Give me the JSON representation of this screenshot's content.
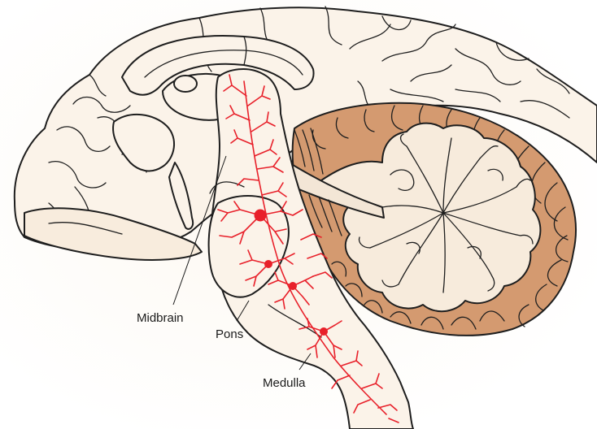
{
  "labels": {
    "midbrain": "Midbrain",
    "pons": "Pons",
    "medulla": "Medulla"
  },
  "colors": {
    "tissue_fill": "#fbf3e9",
    "shadow_fill": "#f3e6d6",
    "cerebellum_fill": "#d49a70",
    "arbor_fill": "#f7ebdc",
    "outline": "#1e1e1e",
    "reticular_formation": "#e8202a"
  }
}
